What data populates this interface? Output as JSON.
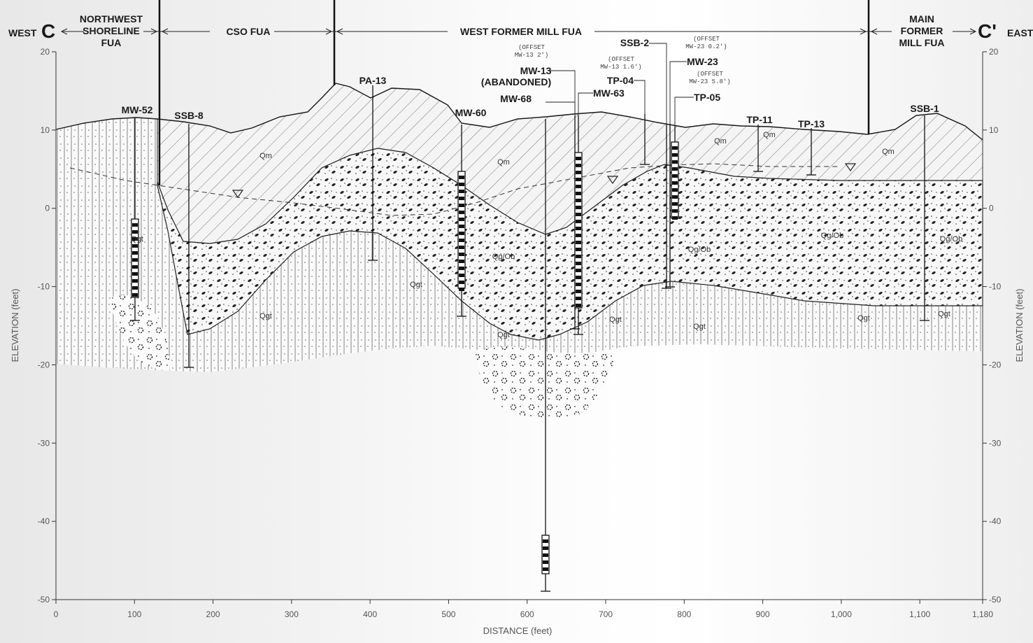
{
  "section": {
    "west_label": "WEST",
    "west_letter": "C",
    "east_label": "EAST",
    "east_letter": "C'"
  },
  "zones": [
    {
      "label_lines": [
        "NORTHWEST",
        "SHORELINE",
        "FUA"
      ]
    },
    {
      "label_lines": [
        "CSO FUA"
      ]
    },
    {
      "label_lines": [
        "WEST FORMER MILL FUA"
      ]
    },
    {
      "label_lines": [
        "MAIN",
        "FORMER",
        "MILL FUA"
      ]
    }
  ],
  "axes": {
    "left_title": "ELEVATION (feet)",
    "right_title": "ELEVATION (feet)",
    "bottom_title": "DISTANCE (feet)",
    "y_ticks": [
      "20",
      "10",
      "0",
      "-10",
      "-20",
      "-30",
      "-40",
      "-50"
    ],
    "y_values": [
      20,
      10,
      0,
      -10,
      -20,
      -30,
      -40,
      -50
    ],
    "x_ticks": [
      "0",
      "100",
      "200",
      "300",
      "400",
      "500",
      "600",
      "700",
      "800",
      "900",
      "1,000",
      "1,100",
      "1,180"
    ],
    "x_values": [
      0,
      100,
      200,
      300,
      400,
      500,
      600,
      700,
      800,
      900,
      1000,
      1100,
      1180
    ]
  },
  "wells": [
    {
      "id": "MW-52",
      "x": 100
    },
    {
      "id": "SSB-8",
      "x": 170
    },
    {
      "id": "PA-13",
      "x": 400
    },
    {
      "id": "MW-60",
      "x": 520
    },
    {
      "id": "MW-68",
      "x": 625
    },
    {
      "id": "MW-13",
      "sub": "(ABANDONED)",
      "x": 660
    },
    {
      "id": "MW-63",
      "x": 662
    },
    {
      "id": "TP-04",
      "x": 755
    },
    {
      "id": "SSB-2",
      "x": 780
    },
    {
      "id": "MW-23",
      "x": 787
    },
    {
      "id": "TP-05",
      "x": 790
    },
    {
      "id": "TP-11",
      "x": 900
    },
    {
      "id": "TP-13",
      "x": 950
    },
    {
      "id": "SSB-1",
      "x": 1110
    }
  ],
  "offset_notes": [
    {
      "lines": [
        "(OFFSET",
        "MW-13 2')"
      ]
    },
    {
      "lines": [
        "(OFFSET",
        "MW-13 1.6')"
      ]
    },
    {
      "lines": [
        "(OFFSET",
        "MW-23 0.2')"
      ]
    },
    {
      "lines": [
        "(OFFSET",
        "MW-23 5.8')"
      ]
    }
  ],
  "unit_labels": [
    "Qm",
    "Qm",
    "Qm",
    "Qm",
    "Qm",
    "Qg/Ob",
    "Qg/Ob",
    "Qg/Ob",
    "Qg/Ob",
    "Qgt",
    "Qgt",
    "Qgt",
    "Qgt",
    "Qgt",
    "Qgt",
    "Qgt",
    "Qgt"
  ],
  "colors": {
    "line": "#1a1a1a",
    "fill_fill": "#ffffff",
    "stipple": "#2a2a2a"
  }
}
